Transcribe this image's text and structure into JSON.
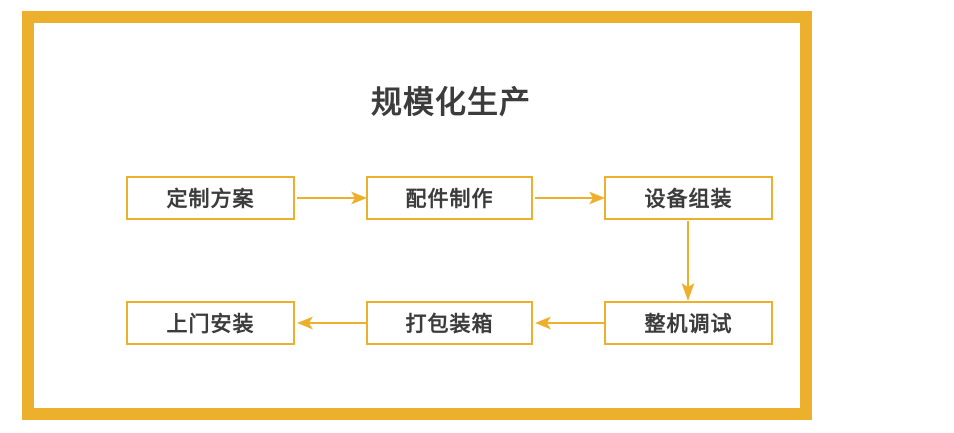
{
  "frame": {
    "border_color": "#edb02c",
    "background_color": "#ffffff"
  },
  "title": {
    "text": "规模化生产",
    "color": "#3c3c3c"
  },
  "flow": {
    "accent_color": "#edb02c",
    "text_color": "#3c3c3c",
    "rows": [
      {
        "direction": "left-to-right",
        "nodes": [
          {
            "id": "node-custom-plan",
            "label": "定制方案"
          },
          {
            "id": "node-parts-making",
            "label": "配件制作"
          },
          {
            "id": "node-equip-assembly",
            "label": "设备组装"
          }
        ]
      },
      {
        "direction": "right-to-left",
        "nodes": [
          {
            "id": "node-onsite-install",
            "label": "上门安装"
          },
          {
            "id": "node-packing-crating",
            "label": "打包装箱"
          },
          {
            "id": "node-machine-debug",
            "label": "整机调试"
          }
        ]
      }
    ],
    "connectors": [
      {
        "id": "arrow-1",
        "icon": "arrow-right-icon",
        "from": "定制方案",
        "to": "配件制作"
      },
      {
        "id": "arrow-2",
        "icon": "arrow-right-icon",
        "from": "配件制作",
        "to": "设备组装"
      },
      {
        "id": "arrow-3",
        "icon": "arrow-down-icon",
        "from": "设备组装",
        "to": "整机调试"
      },
      {
        "id": "arrow-4",
        "icon": "arrow-left-icon",
        "from": "整机调试",
        "to": "打包装箱"
      },
      {
        "id": "arrow-5",
        "icon": "arrow-left-icon",
        "from": "打包装箱",
        "to": "上门安装"
      }
    ]
  }
}
